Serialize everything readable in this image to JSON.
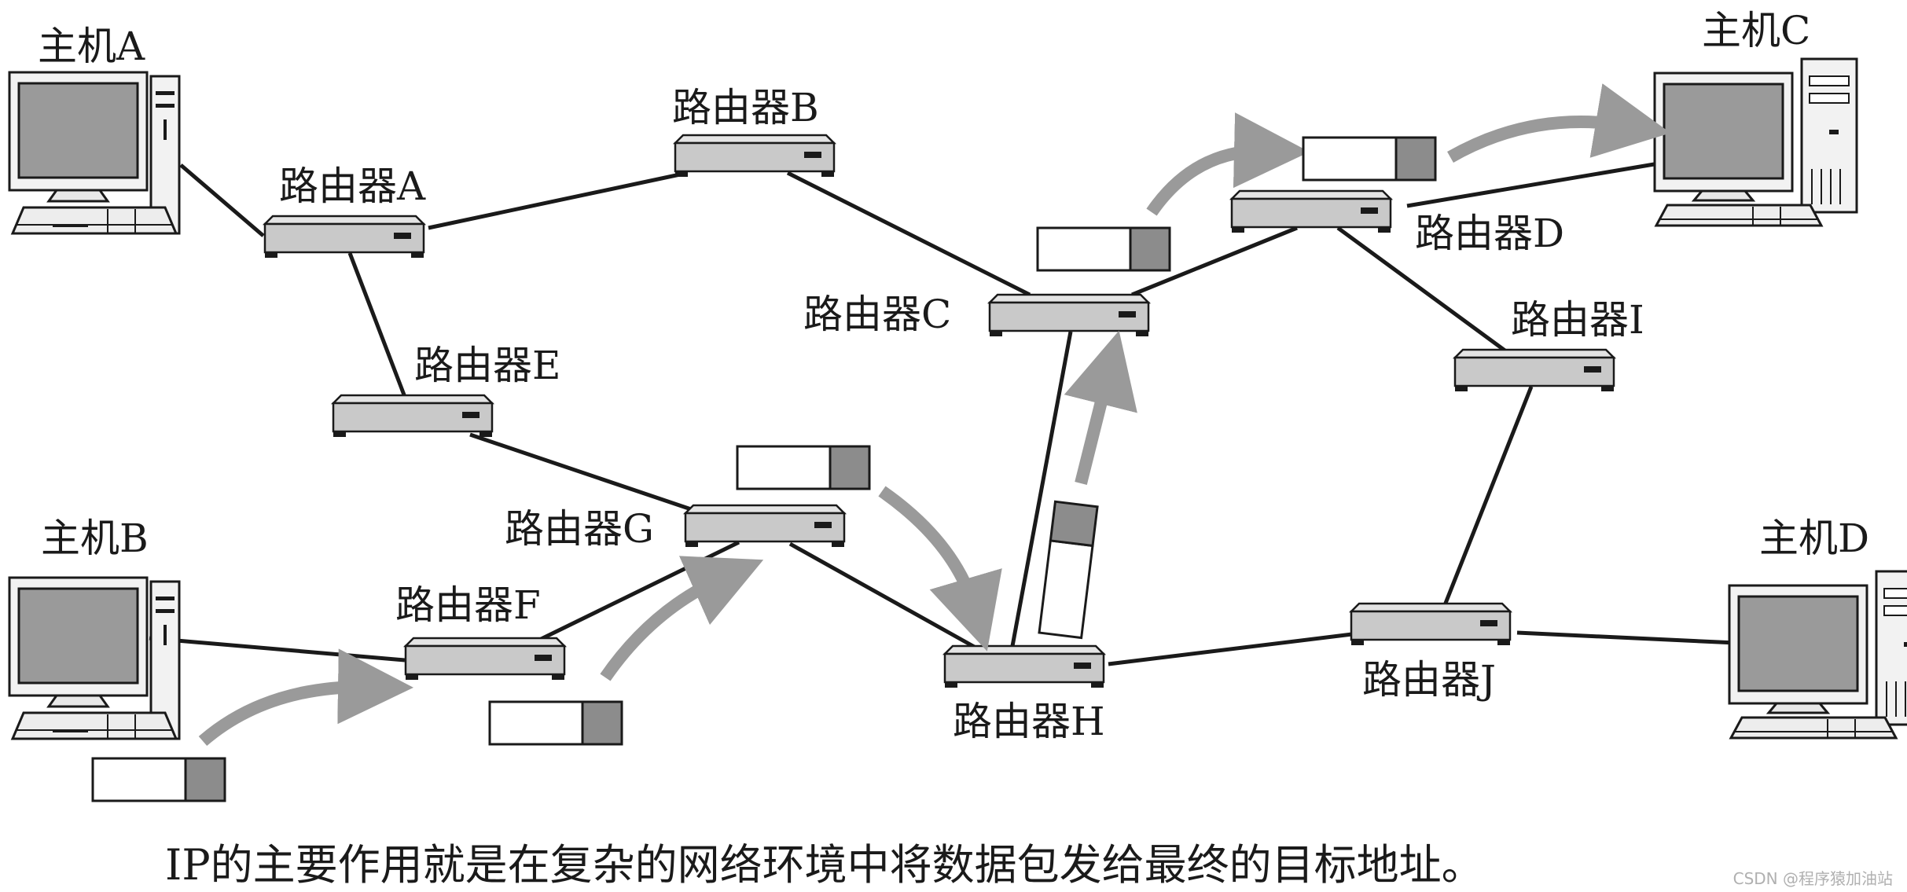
{
  "hosts": {
    "a": "主机A",
    "b": "主机B",
    "c": "主机C",
    "d": "主机D"
  },
  "routers": {
    "a": "路由器A",
    "b": "路由器B",
    "c": "路由器C",
    "d": "路由器D",
    "e": "路由器E",
    "f": "路由器F",
    "g": "路由器G",
    "h": "路由器H",
    "i": "路由器I",
    "j": "路由器J"
  },
  "caption": "IP的主要作用就是在复杂的网络环境中将数据包发给最终的目标地址。",
  "watermark": "CSDN @程序猿加油站",
  "colors": {
    "line": "#1a1a1a",
    "arrow": "#9a9a9a",
    "router_body": "#c9c9c9",
    "packet_header": "#8c8c8c"
  }
}
